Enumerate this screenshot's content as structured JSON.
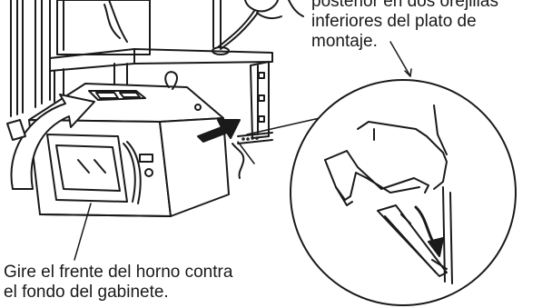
{
  "captions": {
    "top_right": [
      "posterior en dos orejillas",
      "inferiores del plato de",
      "montaje."
    ],
    "bottom_left": [
      "Gire el frente del horno contra",
      "el fondo del gabinete."
    ]
  },
  "colors": {
    "ink": "#1a1a1a",
    "paper": "#ffffff"
  }
}
